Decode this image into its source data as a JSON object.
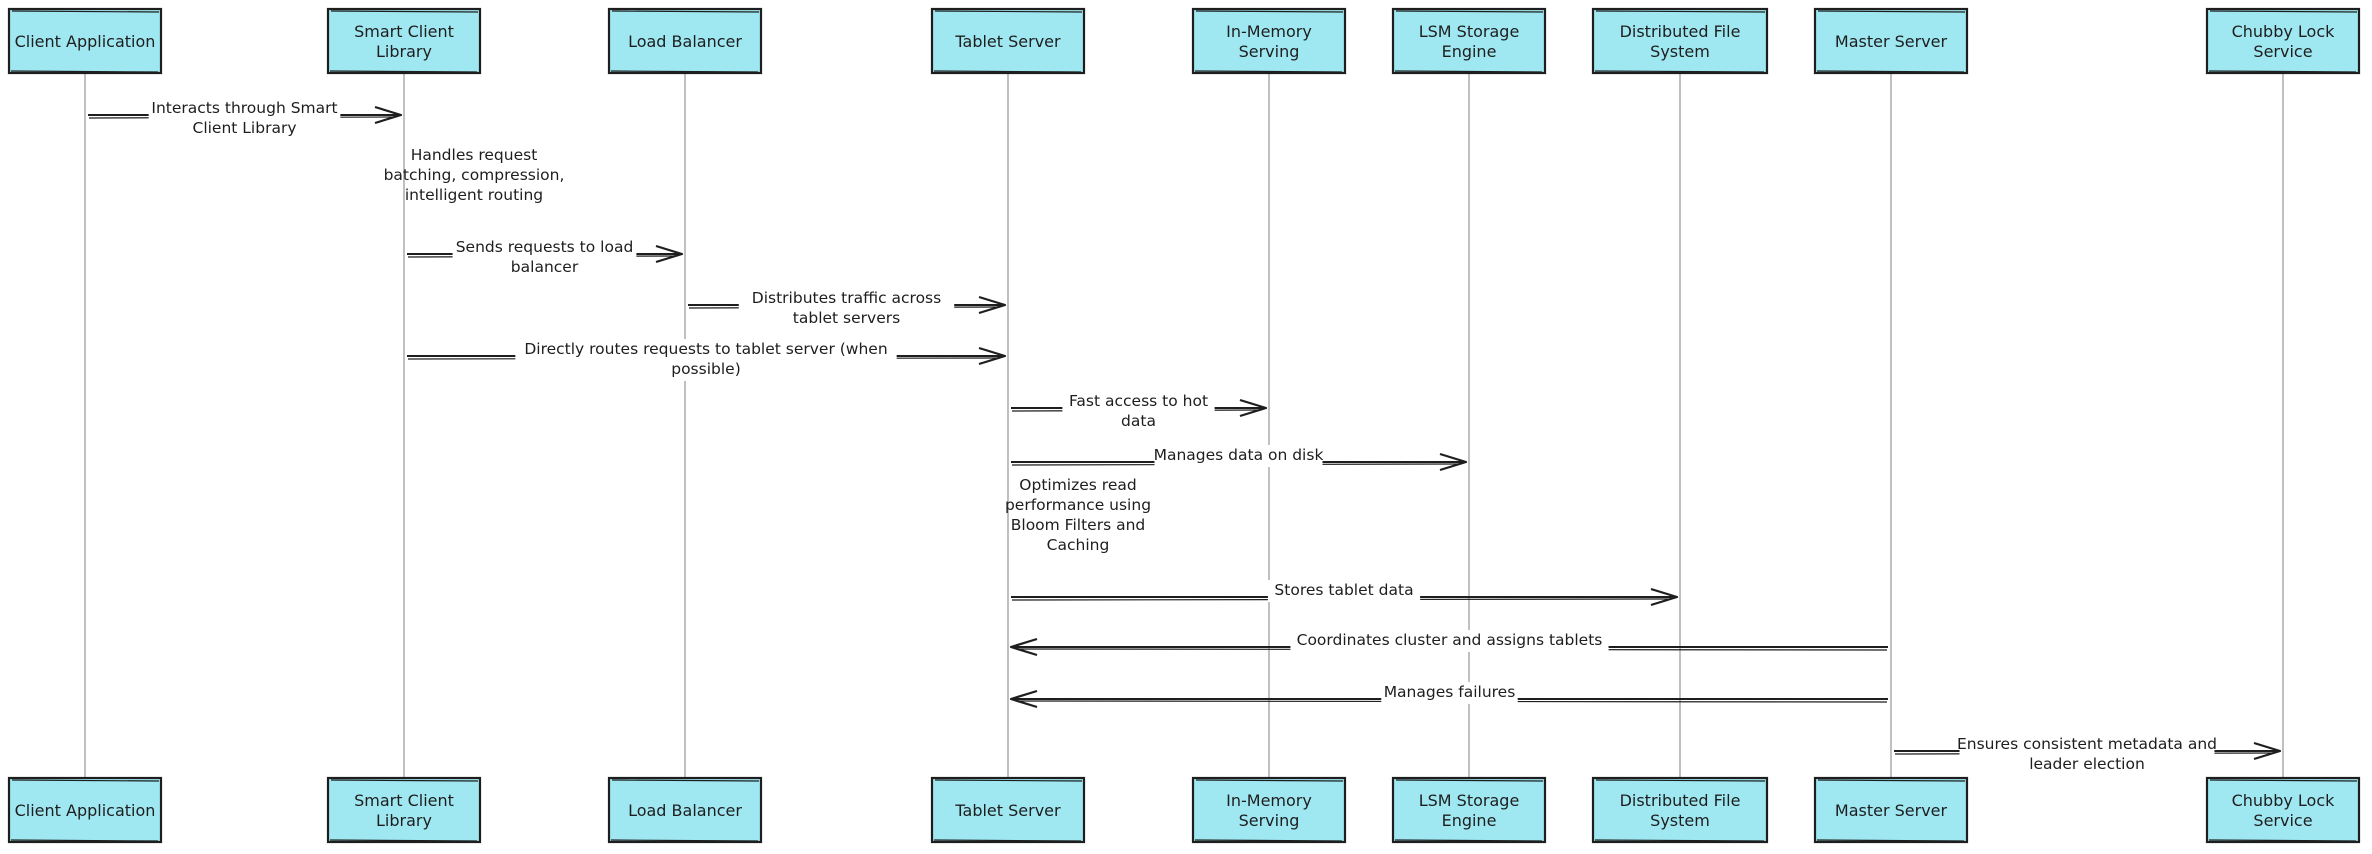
{
  "colors": {
    "actor_fill": "#9fe8f2",
    "ink": "#1e1e1e",
    "lifeline": "#b0b0b0"
  },
  "actors": [
    {
      "id": "client",
      "lines": [
        "Client Application"
      ]
    },
    {
      "id": "smart",
      "lines": [
        "Smart Client",
        "Library"
      ]
    },
    {
      "id": "lb",
      "lines": [
        "Load Balancer"
      ]
    },
    {
      "id": "tablet",
      "lines": [
        "Tablet Server"
      ]
    },
    {
      "id": "mem",
      "lines": [
        "In-Memory",
        "Serving"
      ]
    },
    {
      "id": "lsm",
      "lines": [
        "LSM Storage",
        "Engine"
      ]
    },
    {
      "id": "dfs",
      "lines": [
        "Distributed File",
        "System"
      ]
    },
    {
      "id": "master",
      "lines": [
        "Master Server"
      ]
    },
    {
      "id": "chubby",
      "lines": [
        "Chubby Lock",
        "Service"
      ]
    }
  ],
  "messages": [
    {
      "from": "client",
      "to": "smart",
      "lines": [
        "Interacts through Smart",
        "Client Library"
      ]
    },
    {
      "from": "smart",
      "to": "lb",
      "lines": [
        "Sends requests to load",
        "balancer"
      ]
    },
    {
      "from": "lb",
      "to": "tablet",
      "lines": [
        "Distributes traffic across",
        "tablet servers"
      ]
    },
    {
      "from": "smart",
      "to": "tablet",
      "lines": [
        "Directly routes requests to tablet server (when",
        "possible)"
      ]
    },
    {
      "from": "tablet",
      "to": "mem",
      "lines": [
        "Fast access to hot",
        "data"
      ]
    },
    {
      "from": "tablet",
      "to": "lsm",
      "lines": [
        "Manages data on disk"
      ]
    },
    {
      "from": "tablet",
      "to": "dfs",
      "lines": [
        "Stores tablet data"
      ]
    },
    {
      "from": "master",
      "to": "tablet",
      "lines": [
        "Coordinates cluster and assigns tablets"
      ]
    },
    {
      "from": "master",
      "to": "tablet",
      "lines": [
        "Manages failures"
      ]
    },
    {
      "from": "master",
      "to": "chubby",
      "lines": [
        "Ensures consistent metadata and",
        "leader election"
      ]
    }
  ],
  "notes": [
    {
      "actor": "smart",
      "lines": [
        "Handles request",
        "batching, compression,",
        "intelligent routing"
      ]
    },
    {
      "actor": "tablet",
      "lines": [
        "Optimizes read",
        "performance using",
        "Bloom Filters and",
        "Caching"
      ]
    }
  ]
}
